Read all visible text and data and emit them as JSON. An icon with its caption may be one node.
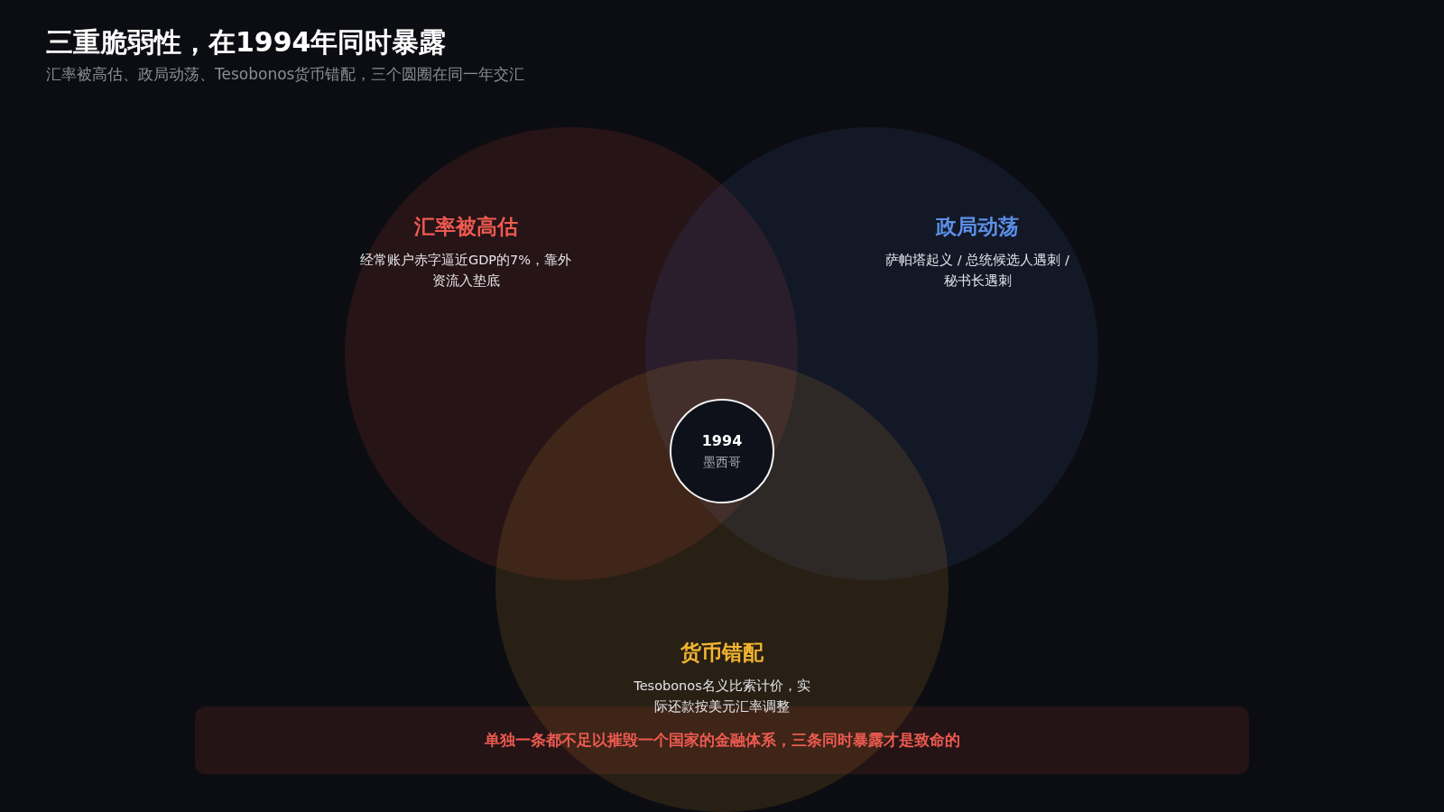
{
  "diagram": {
    "title": "三重脆弱性，在1994年同时暴露",
    "nodes": [
      {
        "text": [
          "汇率被高估",
          "经常账户赤字逼近GDP的7%，靠外资流入垫底"
        ]
      },
      {
        "text": [
          "政局动荡",
          "萨帕塔起义 / 总统候选人遇刺 / 秘书长遇刺"
        ]
      },
      {
        "text": [
          "1994",
          "墨西哥"
        ]
      },
      {
        "text": [
          "货币错配",
          "Tesobonos名义比索计价，实际还款按美元汇率调整"
        ]
      },
      {
        "text": [
          "单独一条都不足以摧毁一个国家的金融体系，三条同时暴露才是致命的"
        ]
      }
    ],
    "edges": [],
    "labels": [
      "汇率被高估、政局动荡、Tesobonos货币错配，三个圆圈在同一年交汇"
    ]
  }
}
